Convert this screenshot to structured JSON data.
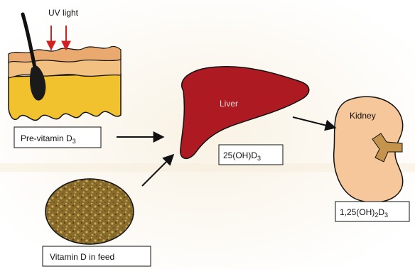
{
  "labels": {
    "uv_light": "UV light",
    "pre_vitamin_d3": "Pre-vitamin D",
    "pre_vitamin_d3_sub": "3",
    "vitamin_d_in_feed": "Vitamin D in feed",
    "liver": "Liver",
    "hydroxy_d3": "25(OH)D",
    "hydroxy_d3_sub": "3",
    "kidney": "Kidney",
    "dihydroxy_prefix": "1,25(OH)",
    "dihydroxy_sub1": "2",
    "dihydroxy_mid": "D",
    "dihydroxy_sub2": "3"
  },
  "colors": {
    "background_band": "#f5f0e6",
    "uv_arrow": "#d21f1f",
    "skin_outer": "#e9a96f",
    "skin_layer": "#f2c081",
    "fat": "#f1c12e",
    "hair": "#111111",
    "liver": "#ad1a22",
    "kidney": "#f6c79a",
    "kidney_pelvis": "#c4944c",
    "feed_brown": "#8a6b2c",
    "flow_arrow": "#111111"
  }
}
